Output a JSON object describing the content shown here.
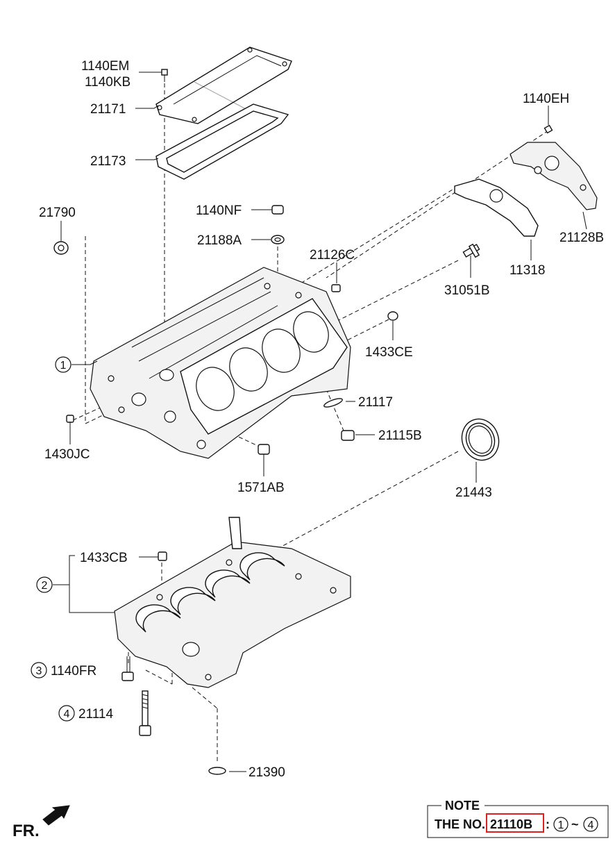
{
  "labels": {
    "p1140EM": "1140EM",
    "p1140KB": "1140KB",
    "p21171": "21171",
    "p21173": "21173",
    "p1140EH": "1140EH",
    "p21790": "21790",
    "p1140NF": "1140NF",
    "p21188A": "21188A",
    "p21126C": "21126C",
    "p21128B": "21128B",
    "p11318": "11318",
    "p31051B": "31051B",
    "p1433CE": "1433CE",
    "p21117": "21117",
    "p21115B": "21115B",
    "p1430JC": "1430JC",
    "p1571AB": "1571AB",
    "p21443": "21443",
    "p1433CB": "1433CB",
    "p1140FR": "1140FR",
    "p21114": "21114",
    "p21390": "21390"
  },
  "callouts": {
    "c1": "1",
    "c2": "2",
    "c3": "3",
    "c4": "4"
  },
  "note": {
    "title": "NOTE",
    "prefix": "THE NO.",
    "part": "21110B",
    "colon": ":",
    "range_start": "1",
    "tilde": "~",
    "range_end": "4",
    "highlight_color": "#e02020"
  },
  "orientation": {
    "label": "FR.",
    "icon": "front-arrow-icon"
  }
}
